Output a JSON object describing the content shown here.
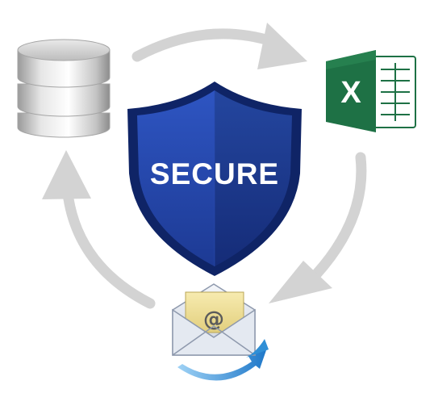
{
  "shield": {
    "label": "SECURE",
    "color": "#1f3f9e",
    "border_color": "#0f2466"
  },
  "nodes": [
    {
      "id": "database",
      "icon": "database-icon"
    },
    {
      "id": "spreadsheet",
      "icon": "excel-icon",
      "letter": "X"
    },
    {
      "id": "email",
      "icon": "email-envelope-icon",
      "symbol": "@"
    }
  ],
  "flow": {
    "direction": "clockwise",
    "arrow_color": "#d3d3d3",
    "arrows": [
      "database-to-spreadsheet",
      "spreadsheet-to-email",
      "email-to-database"
    ]
  },
  "colors": {
    "excel_green": "#1e7145",
    "email_arrow_blue": "#2f8fd6"
  }
}
